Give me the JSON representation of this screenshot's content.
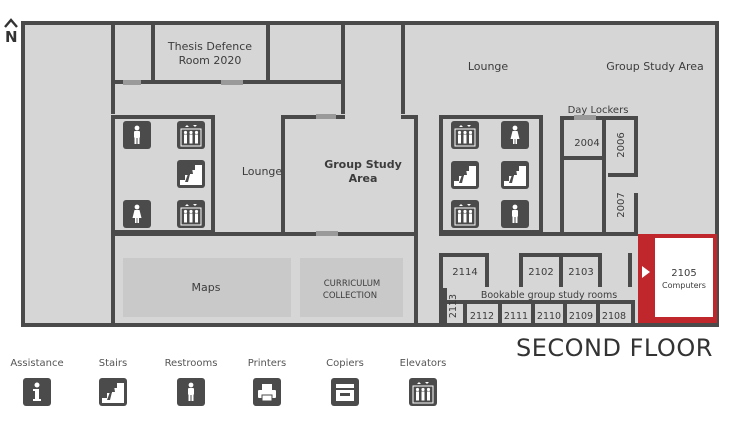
{
  "compass": {
    "letter": "N"
  },
  "floor_title": "SECOND FLOOR",
  "rooms": {
    "thesis_defence_line1": "Thesis Defence",
    "thesis_defence_line2": "Room 2020",
    "lounge_top": "Lounge",
    "group_study_top": "Group Study Area",
    "lounge_left": "Lounge",
    "group_study_center_line1": "Group Study",
    "group_study_center_line2": "Area",
    "day_lockers": "Day Lockers",
    "room_2004": "2004",
    "room_2006": "2006",
    "room_2007": "2007",
    "maps": "Maps",
    "curriculum_line1": "CURRICULUM",
    "curriculum_line2": "COLLECTION",
    "room_2114": "2114",
    "room_2102": "2102",
    "room_2103": "2103",
    "bookable": "Bookable group study rooms",
    "room_2113": "2113",
    "room_2112": "2112",
    "room_2111": "2111",
    "room_2110": "2110",
    "room_2109": "2109",
    "room_2108": "2108",
    "room_2105": "2105",
    "room_2105_sub": "Computers"
  },
  "legend": {
    "assistance": "Assistance",
    "stairs": "Stairs",
    "restrooms": "Restrooms",
    "printers": "Printers",
    "copiers": "Copiers",
    "elevators": "Elevators"
  },
  "colors": {
    "floor": "#d6d6d6",
    "wall": "#4a4a4a",
    "highlight": "#c0272d",
    "icon": "#4b4b4b",
    "block": "#c9c9c9"
  }
}
